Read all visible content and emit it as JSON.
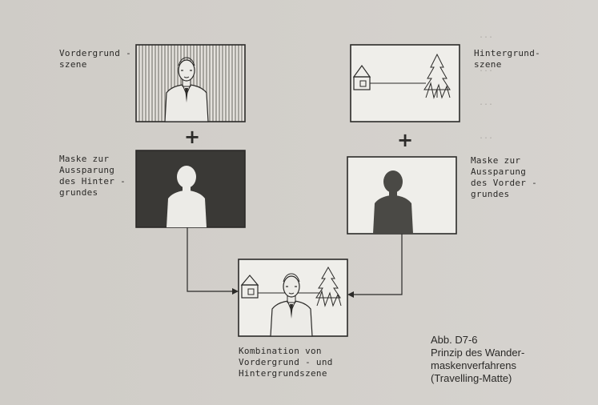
{
  "bleed_through": [
    "...",
    "...",
    "...",
    "..."
  ],
  "labels": {
    "fg_scene": "Vordergrund -\nszene",
    "bg_scene": "Hintergrund-\nszene",
    "mask_bg": "Maske zur\nAussparung\ndes Hinter -\ngrundes",
    "mask_fg": "Maske zur\nAussparung\ndes Vorder -\ngrundes",
    "combination": "Kombination von\nVordergrund - und\nHintergrundszene",
    "plus_left": "+",
    "plus_right": "+"
  },
  "caption": "Abb. D7-6\nPrinzip des Wander-\nmaskenverfahrens\n(Travelling-Matte)"
}
